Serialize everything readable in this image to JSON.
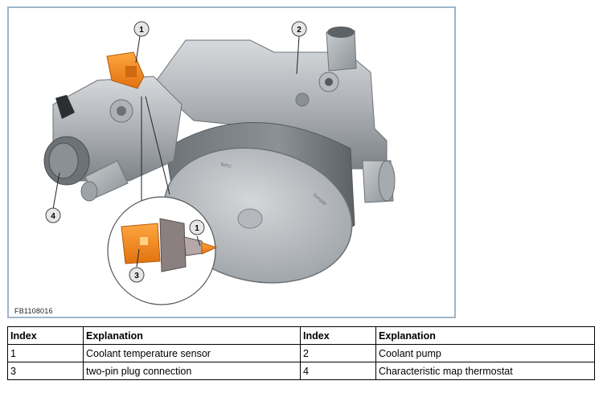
{
  "figure": {
    "id_label": "FB1108016",
    "callouts": [
      "1",
      "2",
      "4",
      "1",
      "3"
    ],
    "pump_labels": [
      "WPC",
      "Gerade"
    ],
    "colors": {
      "sensor_orange": "#f28a1e",
      "metal": "#b9bdc1",
      "callout_fill": "#e6e6e6"
    }
  },
  "legend": {
    "headers": [
      "Index",
      "Explanation",
      "Index",
      "Explanation"
    ],
    "rows": [
      [
        "1",
        "Coolant temperature sensor",
        "2",
        "Coolant pump"
      ],
      [
        "3",
        "two-pin plug connection",
        "4",
        "Characteristic map thermostat"
      ]
    ]
  }
}
